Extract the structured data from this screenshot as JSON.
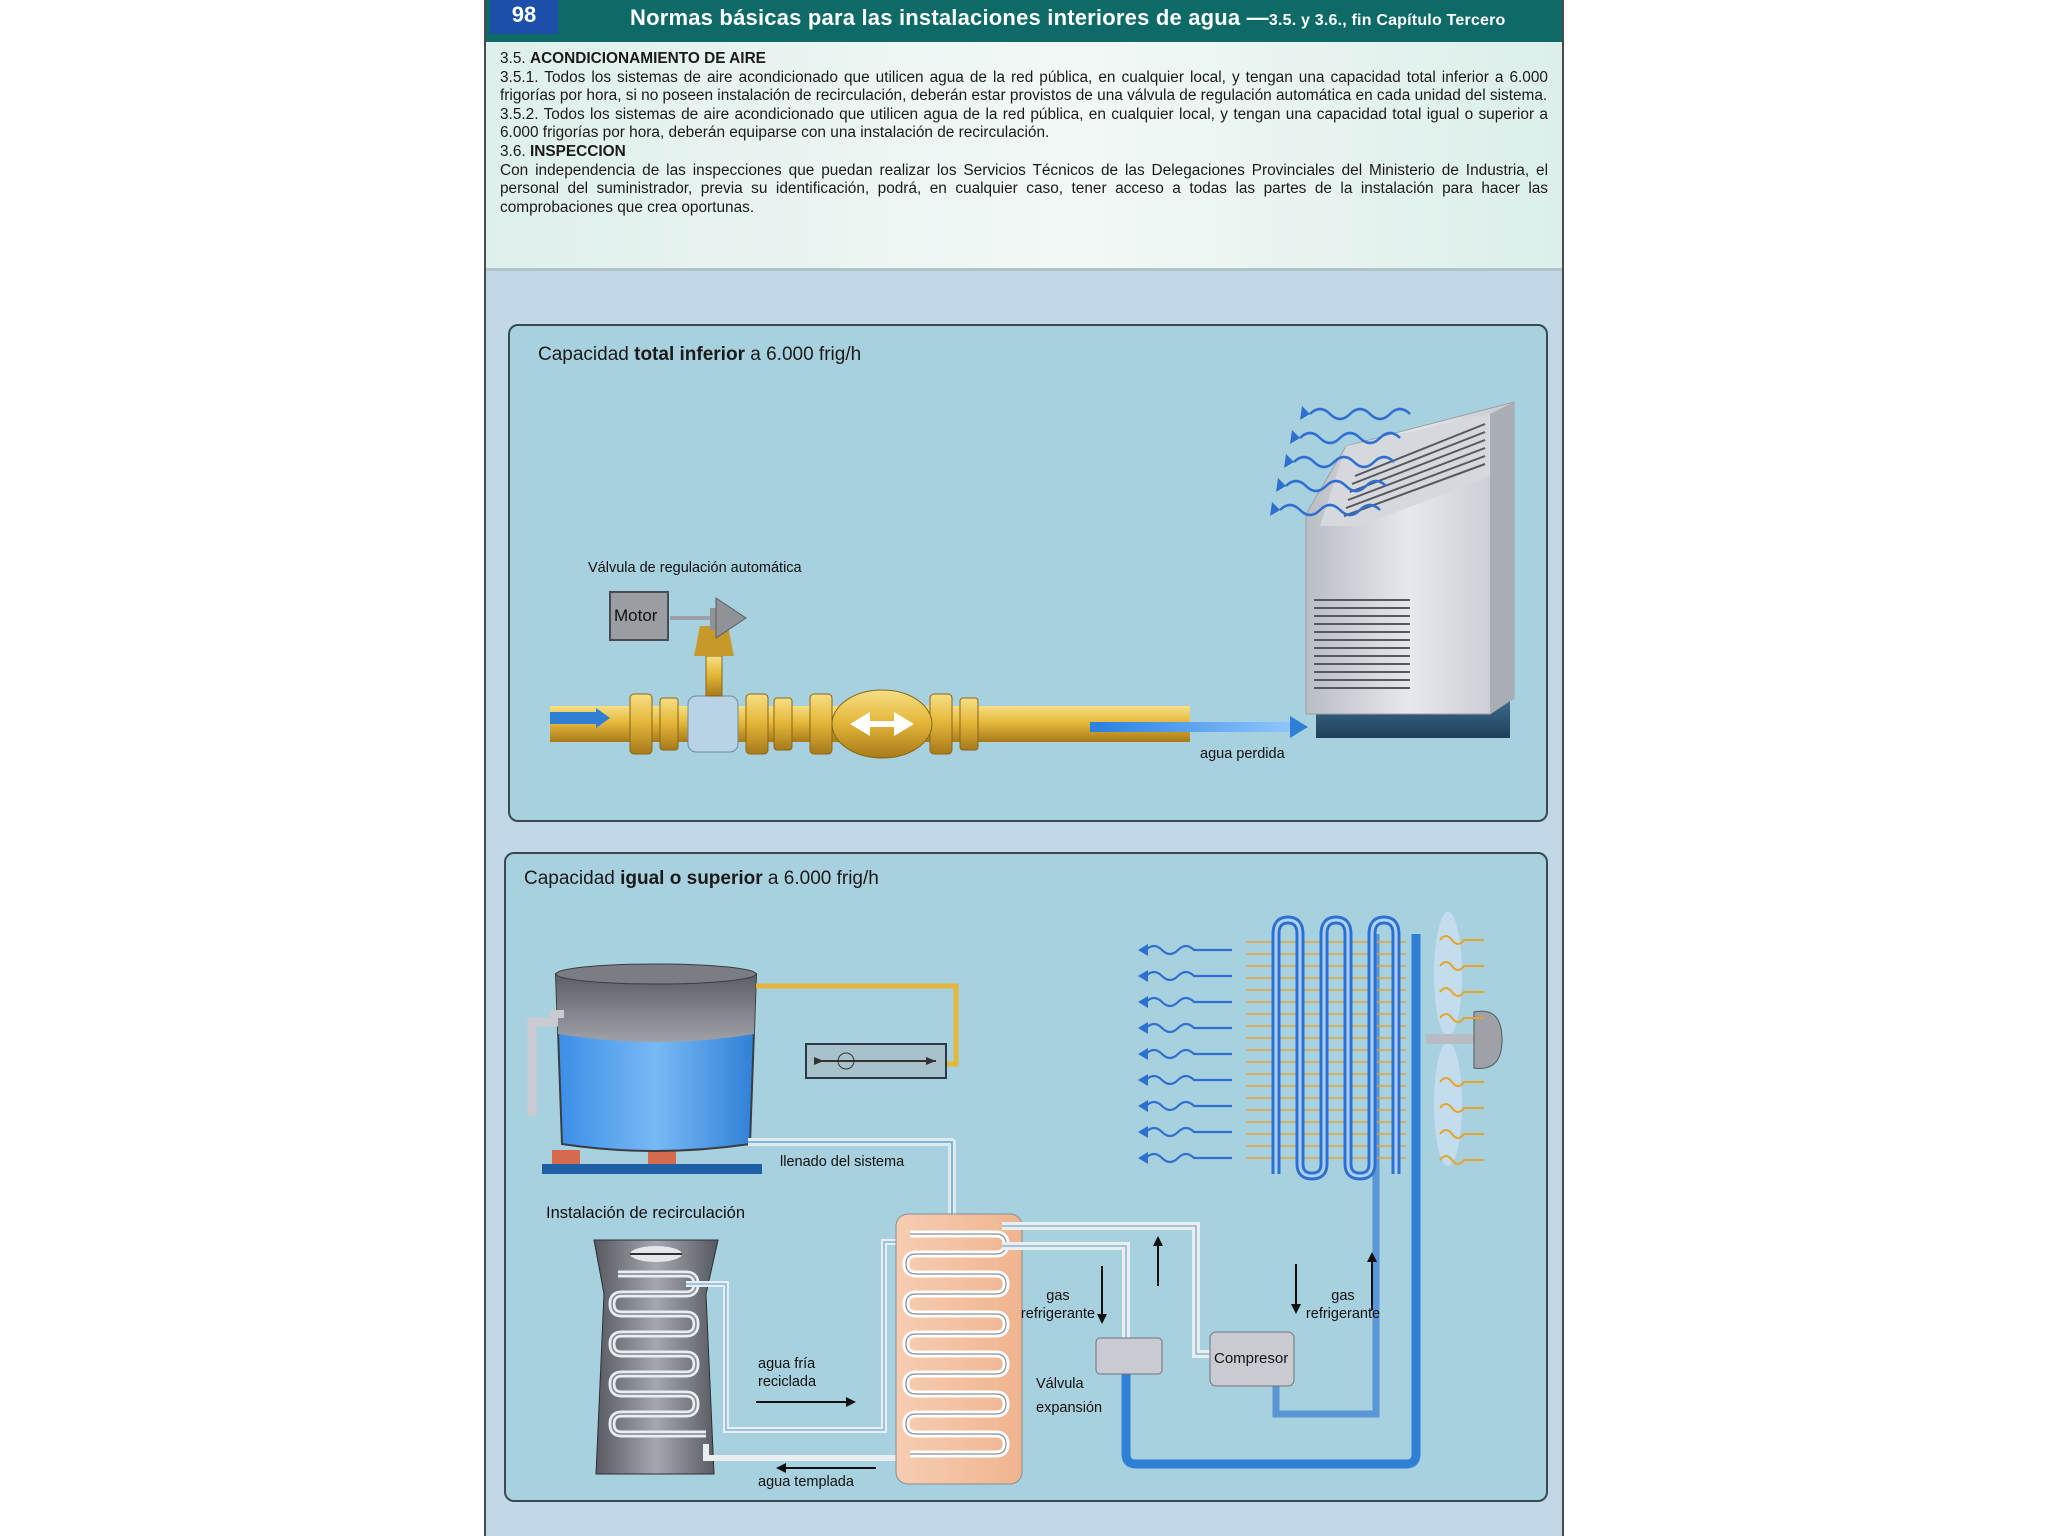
{
  "header": {
    "page_number": "98",
    "title_main": "Normas básicas para las instalaciones interiores de agua —",
    "title_sub": "3.5. y 3.6., fin Capítulo Tercero"
  },
  "text": {
    "s35_num": "3.5. ",
    "s35_title": "ACONDICIONAMIENTO DE AIRE",
    "p351": "3.5.1. Todos los sistemas de aire acondicionado que utilicen agua de la red pública, en cualquier local, y tengan una capacidad total inferior a 6.000 frigorías por hora, si no poseen instalación de recirculación, deberán estar provistos de una válvula de regulación automática en cada unidad del sistema.",
    "p352": "3.5.2. Todos los sistemas de aire acondicionado que utilicen agua de la red pública, en cualquier local, y tengan una capacidad total igual o superior a 6.000 frigorías por hora, deberán equiparse con una instalación de recirculación.",
    "s36_num": "3.6. ",
    "s36_title": "INSPECCION",
    "p36": "Con independencia de las inspecciones que puedan realizar los Servicios Técnicos de las Delegaciones Provinciales del Ministerio de Industria, el personal del suministrador, previa su identificación, podrá, en cualquier caso, tener acceso a todas las partes de la instalación para hacer las comprobaciones que crea oportunas."
  },
  "panel1": {
    "title_pre": "Capacidad ",
    "title_bold": "total inferior",
    "title_post": " a 6.000 frig/h",
    "valve_label": "Válvula de regulación automática",
    "motor_label": "Motor",
    "water_out_label": "agua perdida"
  },
  "panel2": {
    "title_pre": "Capacidad ",
    "title_bold": "igual o superior",
    "title_post": " a 6.000 frig/h",
    "fill_label": "llenado del sistema",
    "recirc_label": "Instalación de recirculación",
    "cold_water_l1": "agua fría",
    "cold_water_l2": "reciclada",
    "warm_water_label": "agua templada",
    "gas_left_l1": "gas",
    "gas_left_l2": "refrigerante",
    "gas_right_l1": "gas",
    "gas_right_l2": "refrigerante",
    "exp_valve_l1": "Válvula",
    "exp_valve_l2": "expansión",
    "compressor_label": "Compresor"
  },
  "colors": {
    "header_bg": "#0d6a66",
    "page_num_bg": "#1b4fa8",
    "panel_bg": "#a8d1df",
    "water_blue": "#2f7fd6",
    "pipe_gold": "#e4b73a"
  }
}
